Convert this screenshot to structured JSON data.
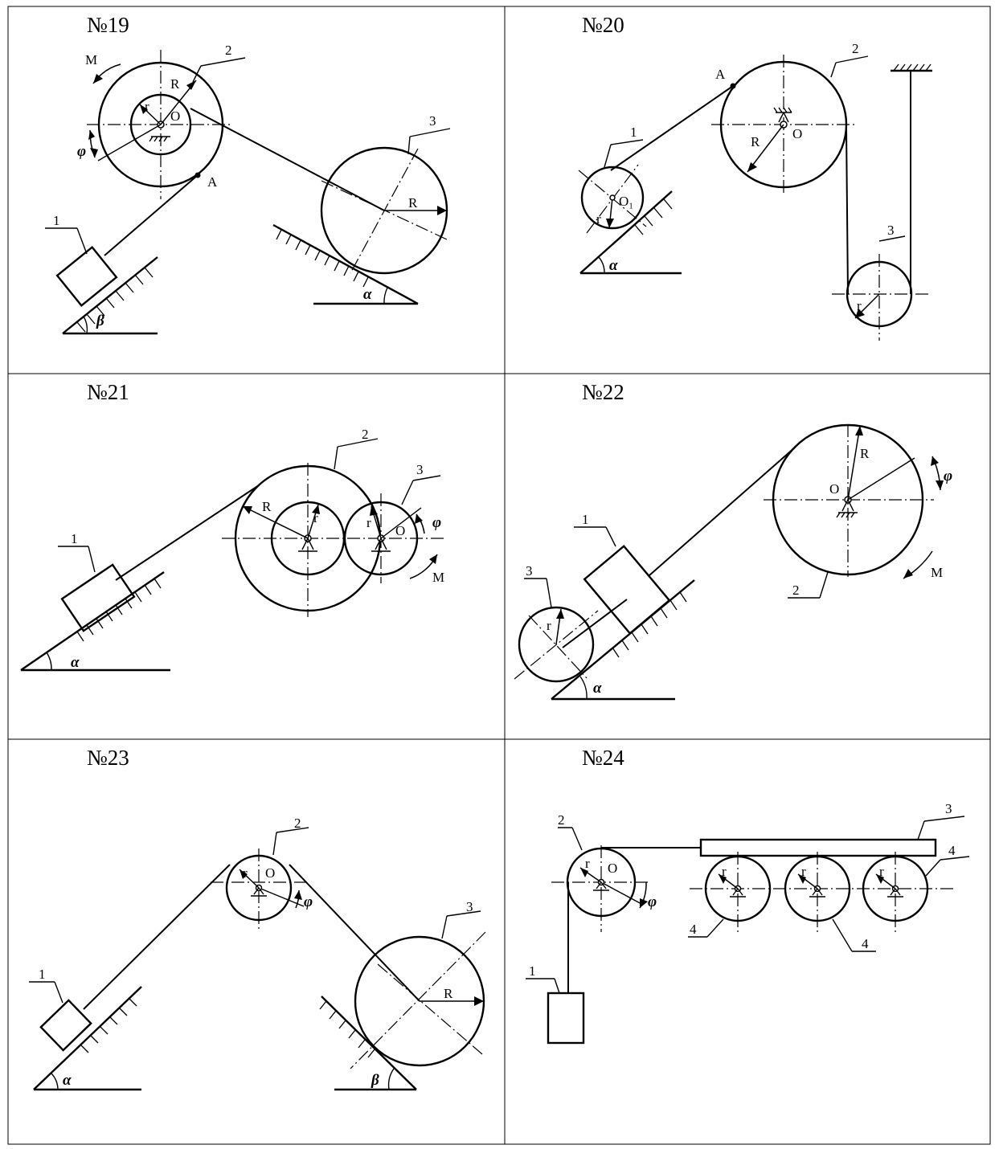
{
  "panels": [
    {
      "id": "19",
      "title": "№19"
    },
    {
      "id": "20",
      "title": "№20"
    },
    {
      "id": "21",
      "title": "№21"
    },
    {
      "id": "22",
      "title": "№22"
    },
    {
      "id": "23",
      "title": "№23"
    },
    {
      "id": "24",
      "title": "№24"
    }
  ],
  "labels": {
    "one": "1",
    "two": "2",
    "three": "3",
    "four": "4",
    "r_small": "r",
    "R_big": "R",
    "O": "O",
    "O1": "O₁",
    "A": "A",
    "M": "M",
    "alpha": "α",
    "beta": "β",
    "phi": "φ"
  }
}
